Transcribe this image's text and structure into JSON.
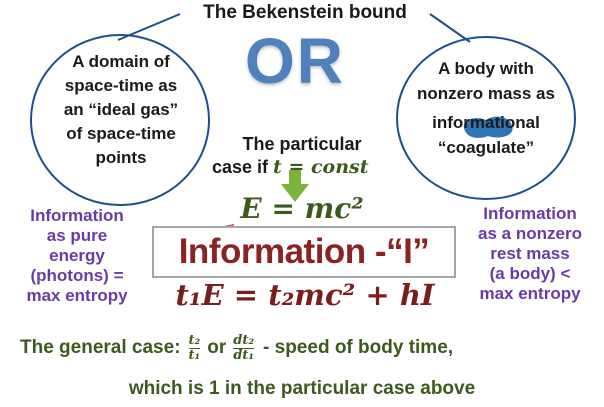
{
  "colors": {
    "ellipse_border": "#1f4e8c",
    "or_blue": "#4f81bd",
    "purple_text": "#6a3aa8",
    "maroon_text": "#7a1d1d",
    "green_text": "#3d5a1e",
    "green_arrow": "#7db33a",
    "red_arrow": "#c0504d",
    "blob_blue": "#2e75b6"
  },
  "header": {
    "title": "The Bekenstein bound"
  },
  "or_label": "OR",
  "left_ellipse": {
    "lines": [
      "A domain of",
      "space-time as",
      "an “ideal gas”",
      "of space-time",
      "points"
    ]
  },
  "right_ellipse": {
    "lines": [
      "A body with",
      "nonzero mass as",
      "informational",
      "“coagulate”"
    ]
  },
  "particular_case": {
    "line1": "The particular",
    "line2_text": "case if ",
    "line2_math": "t = const"
  },
  "equation_top": "E = mc²",
  "information_box": {
    "label": "Information -“I”"
  },
  "left_note": [
    "Information",
    "as  pure",
    "energy",
    "(photons) =",
    "max entropy"
  ],
  "right_note": [
    "Information",
    "as a nonzero",
    "rest mass",
    "(a body) <",
    "max entropy"
  ],
  "equation_main": "t₁E = t₂mc² + hI",
  "general_case": {
    "prefix": "The general case:",
    "frac1_num": "t₂",
    "frac1_den": "t₁",
    "or_word": "or",
    "frac2_num": "dt₂",
    "frac2_den": "dt₁",
    "suffix": "- speed of body time,",
    "line2": "which is 1 in the particular case above"
  }
}
